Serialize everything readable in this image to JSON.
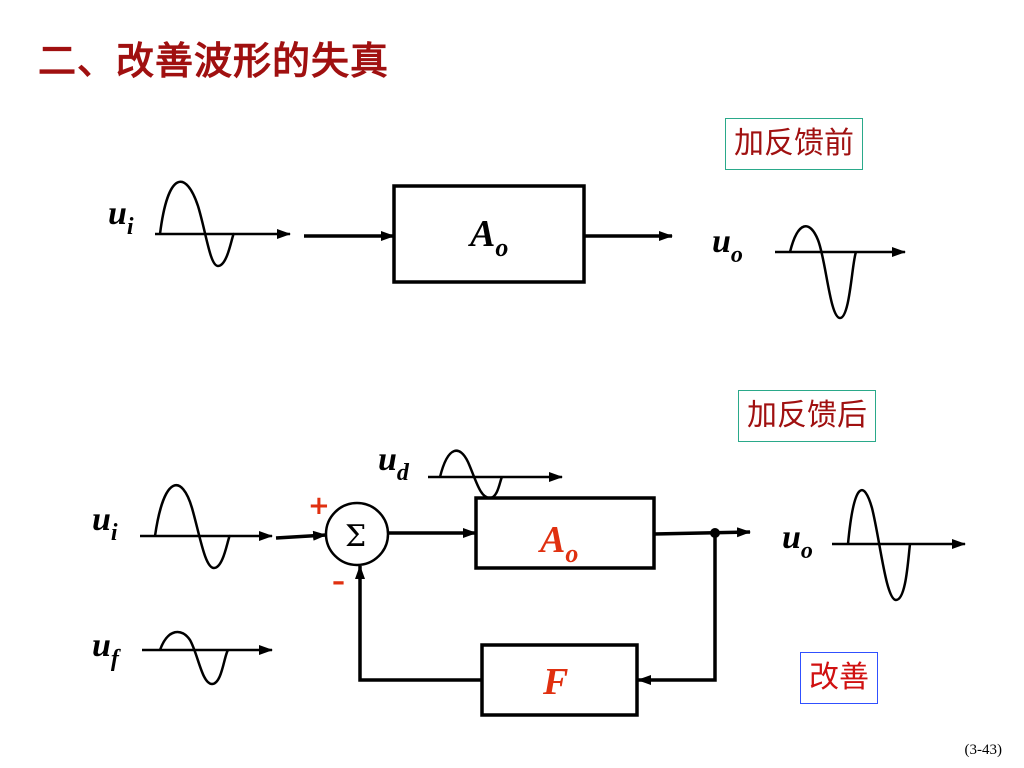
{
  "title": "二、改善波形的失真",
  "tags": {
    "before": "加反馈前",
    "after": "加反馈后",
    "improve": "改善"
  },
  "diagram": {
    "open_loop": {
      "input_label": {
        "base": "u",
        "sub": "i"
      },
      "amp_label": {
        "base": "A",
        "sub": "o"
      },
      "output_label": {
        "base": "u",
        "sub": "o"
      }
    },
    "closed_loop": {
      "input_label": {
        "base": "u",
        "sub": "i"
      },
      "diff_label": {
        "base": "u",
        "sub": "d"
      },
      "feedback_signal_label": {
        "base": "u",
        "sub": "f"
      },
      "summer_symbol": "Σ",
      "plus_sign": "+",
      "minus_sign": "–",
      "amp_label": {
        "base": "A",
        "sub": "o"
      },
      "feedback_label": "F",
      "output_label": {
        "base": "u",
        "sub": "o"
      }
    }
  },
  "page_number": "(3-43)",
  "colors": {
    "title": "#a01010",
    "highlight": "#e03010",
    "tag_border": "#2aa98a",
    "improve_border": "#3050ff"
  }
}
